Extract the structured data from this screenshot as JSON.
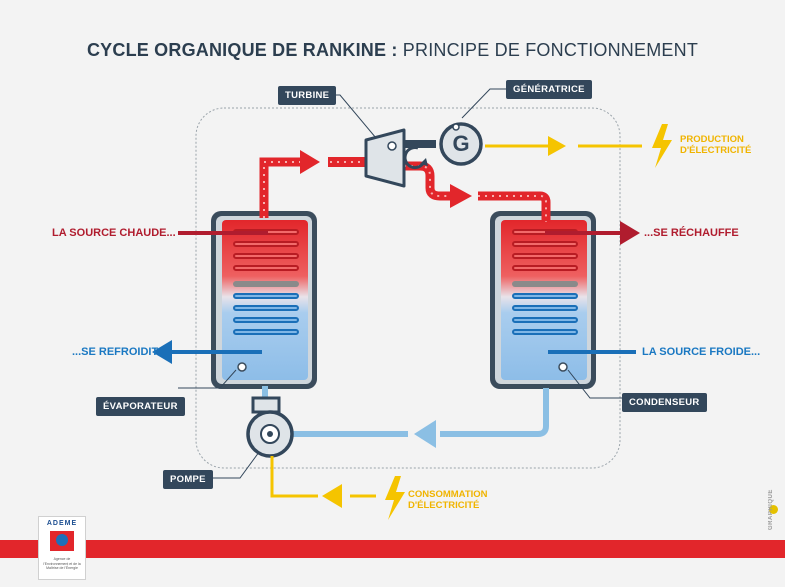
{
  "title": {
    "strong": "CYCLE ORGANIQUE DE RANKINE :",
    "light": "PRINCIPE DE FONCTIONNEMENT"
  },
  "tags": {
    "turbine": "TURBINE",
    "generatrice": "GÉNÉRATRICE",
    "evaporateur": "ÉVAPORATEUR",
    "condenseur": "CONDENSEUR",
    "pompe": "POMPE"
  },
  "labels": {
    "source_chaude": "LA SOURCE CHAUDE...",
    "se_rechauffe": "...SE RÉCHAUFFE",
    "se_refroidit": "...SE REFROIDIT",
    "source_froide": "LA SOURCE FROIDE...",
    "production_1": "PRODUCTION",
    "production_2": "D'ÉLECTRICITÉ",
    "consommation_1": "CONSOMMATION",
    "consommation_2": "D'ÉLECTRICITÉ"
  },
  "generator_letter": "G",
  "logo": {
    "word": "ADEME",
    "caption": "Agence de l'Environnement et de la Maîtrise de l'Énergie"
  },
  "credit": "GRAPHIQUE",
  "colors": {
    "hot": "#e2262b",
    "cold": "#1a78c2",
    "light_blue": "#8bbfe4",
    "electric": "#f5c400",
    "dark": "#33475b"
  }
}
